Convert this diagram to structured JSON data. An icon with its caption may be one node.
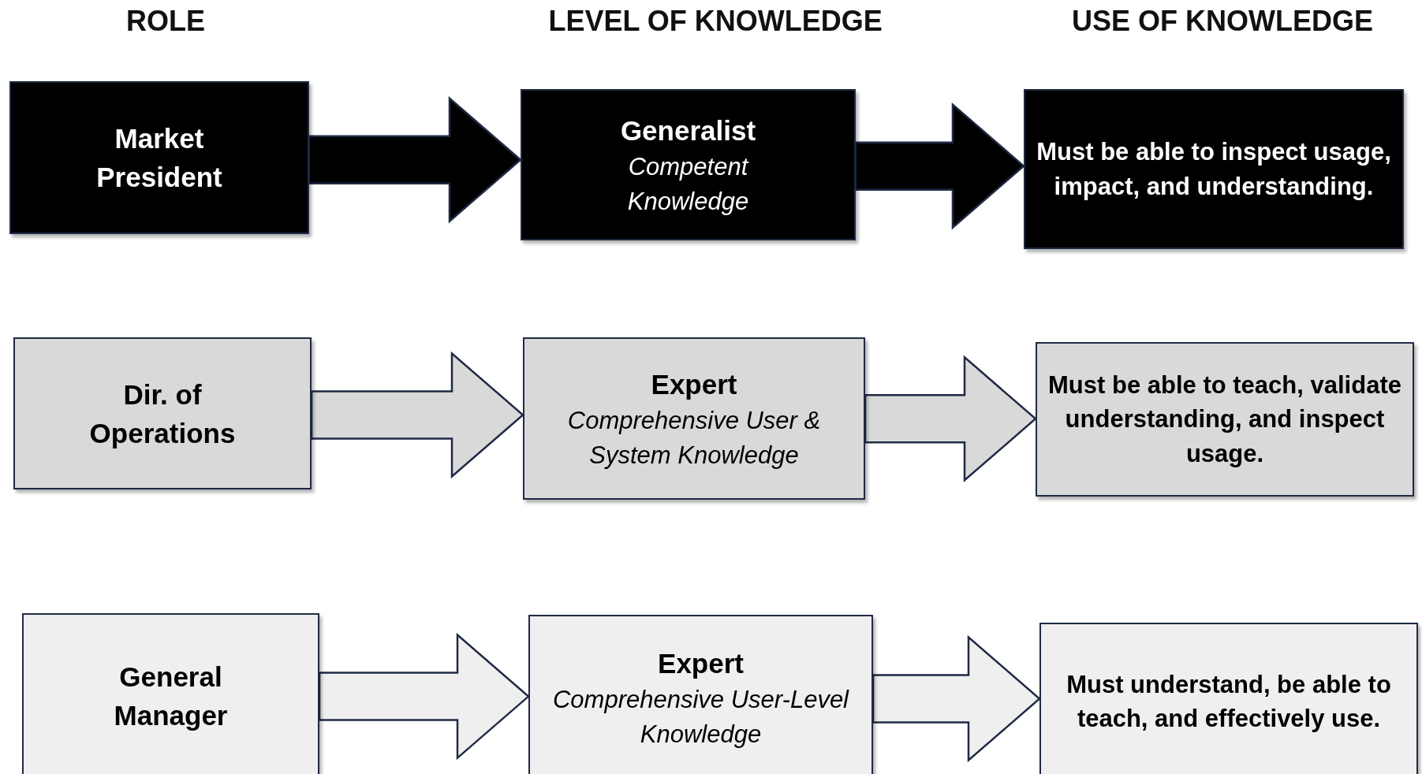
{
  "diagram": {
    "nodes": [
      {
        "text": [
          "Market President"
        ]
      },
      {
        "text": [
          "Generalist",
          "Competent Knowledge"
        ]
      },
      {
        "text": [
          "Must be able to inspect usage, impact, and understanding."
        ]
      },
      {
        "text": [
          "Dir. of Operations"
        ]
      },
      {
        "text": [
          "Expert",
          "Comprehensive User & System Knowledge"
        ]
      },
      {
        "text": [
          "Must be able to teach, validate understanding, and inspect usage."
        ]
      },
      {
        "text": [
          "General Manager"
        ]
      },
      {
        "text": [
          "Expert",
          "Comprehensive User-Level Knowledge"
        ]
      },
      {
        "text": [
          "Must understand, be able to teach, and effectively use."
        ]
      }
    ],
    "edges": [
      {
        "from": 0,
        "to": 1,
        "arrow": "to",
        "color": "#000000"
      },
      {
        "from": 1,
        "to": 2,
        "arrow": "to",
        "color": "#000000"
      },
      {
        "from": 3,
        "to": 4,
        "arrow": "to",
        "color": "#d9d9d9"
      },
      {
        "from": 4,
        "to": 5,
        "arrow": "to",
        "color": "#d9d9d9"
      },
      {
        "from": 6,
        "to": 7,
        "arrow": "to",
        "color": "#efefef"
      },
      {
        "from": 7,
        "to": 8,
        "arrow": "to",
        "color": "#efefef"
      }
    ],
    "labels": [
      "ROLE",
      "LEVEL OF KNOWLEDGE",
      "USE OF KNOWLEDGE"
    ]
  }
}
